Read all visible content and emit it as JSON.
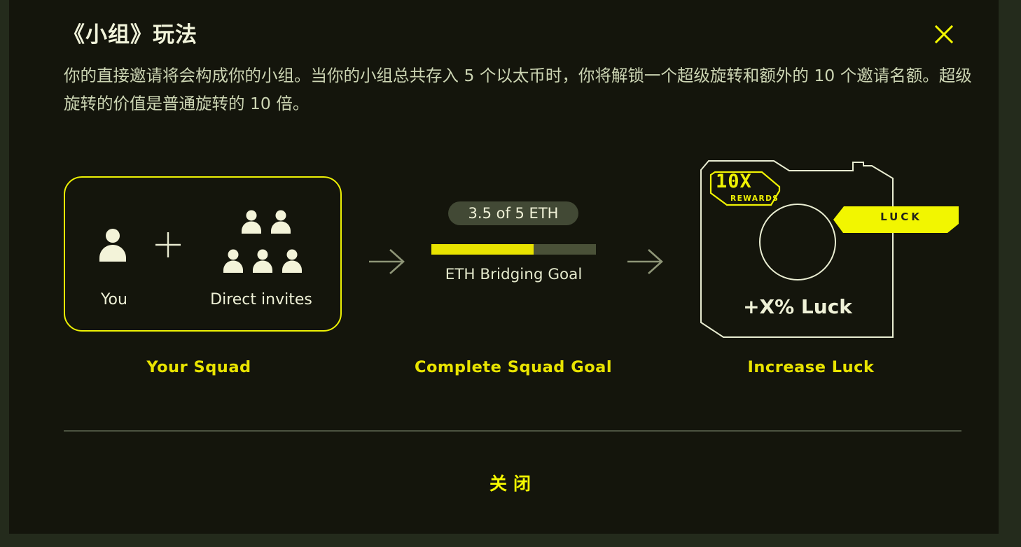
{
  "modal": {
    "title": "《小组》玩法",
    "description": "你的直接邀请将会构成你的小组。当你的小组总共存入 5 个以太币时，你将解锁一个超级旋转和额外的 10 个邀请名额。超级旋转的价值是普通旋转的 10 倍。",
    "close_button_label": "关闭"
  },
  "steps": {
    "squad": {
      "you_label": "You",
      "invites_label": "Direct invites",
      "caption": "Your Squad"
    },
    "goal": {
      "badge": "3.5 of 5 ETH",
      "progress_percent": 62,
      "bar_label": "ETH Bridging Goal",
      "caption": "Complete Squad Goal"
    },
    "luck": {
      "multiplier": "10X",
      "multiplier_sub": "REWARDS",
      "banner_label": "LUCK",
      "bonus_label": "+X% Luck",
      "caption": "Increase Luck"
    }
  },
  "colors": {
    "page_bg": "#242b1c",
    "modal_bg": "#14150c",
    "accent_yellow": "#f2f600",
    "caption_yellow": "#e9e400",
    "cream": "#f0f2d8",
    "body_text": "#ccd5b3",
    "progress_fill": "#e8e200",
    "progress_track": "#4a5138",
    "pill_bg": "#424935",
    "divider": "#4c5340"
  }
}
